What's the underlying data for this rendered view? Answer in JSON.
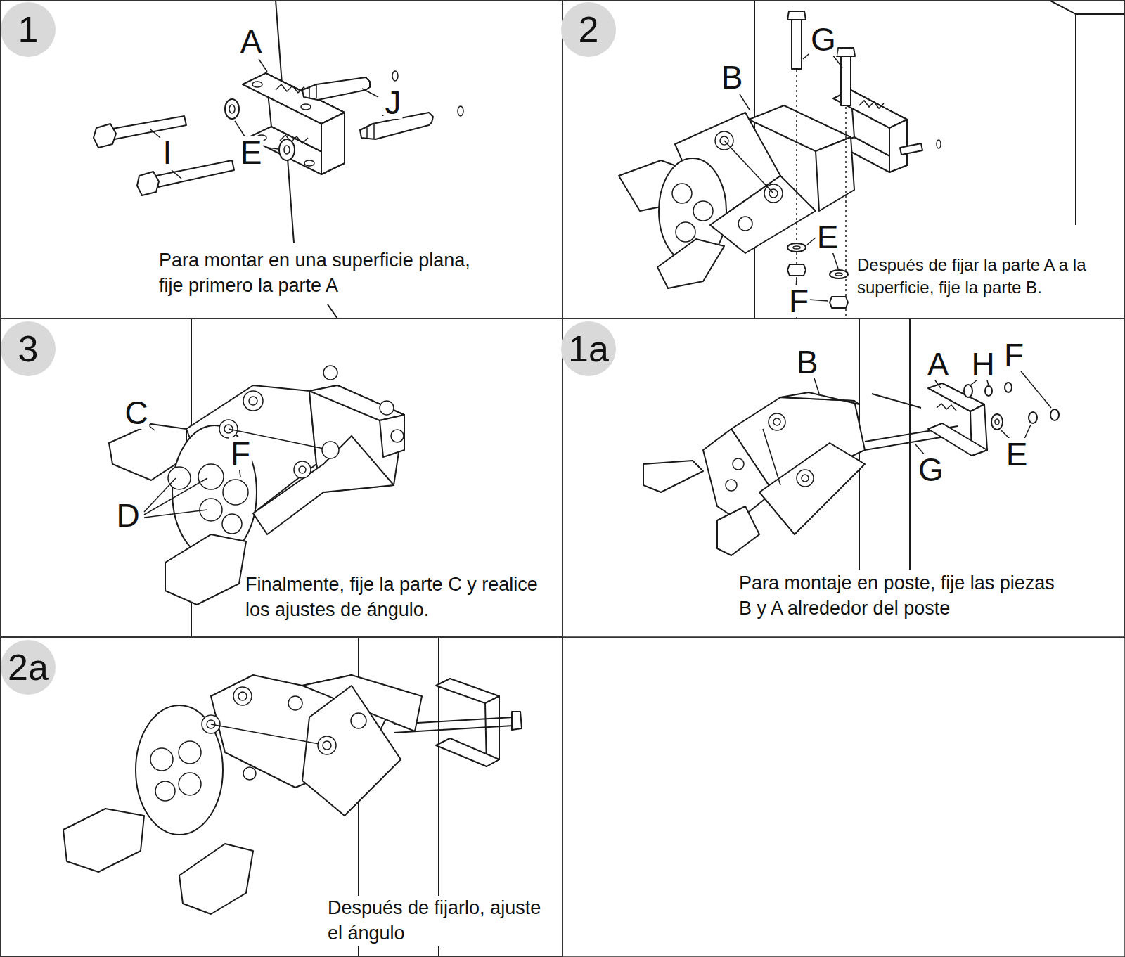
{
  "diagram": {
    "nodes": [
      {
        "text": [
          "Para montar en una superficie plana, fije primero la parte A"
        ]
      },
      {
        "text": [
          "1"
        ],
        "in": 0
      },
      {
        "text": [
          "Después de fijar la parte A a la superficie, fije la parte B."
        ]
      },
      {
        "text": [
          "2"
        ],
        "in": 2
      },
      {
        "text": [
          "Finalmente, fije la parte C y realice los ajustes de ángulo."
        ]
      },
      {
        "text": [
          "3"
        ],
        "in": 4
      },
      {
        "text": [
          "Para montaje en poste, fije las piezas B y A alrededor del poste"
        ]
      },
      {
        "text": [
          "1a"
        ],
        "in": 6
      },
      {
        "text": [
          "Después de fijarlo, ajuste el ángulo"
        ]
      },
      {
        "text": [
          "2a"
        ],
        "in": 8
      }
    ],
    "labels": [
      "A",
      "J",
      "I",
      "E",
      "G",
      "B",
      "E",
      "F",
      "C",
      "F",
      "D",
      "B",
      "A",
      "H",
      "F",
      "G",
      "E"
    ]
  }
}
